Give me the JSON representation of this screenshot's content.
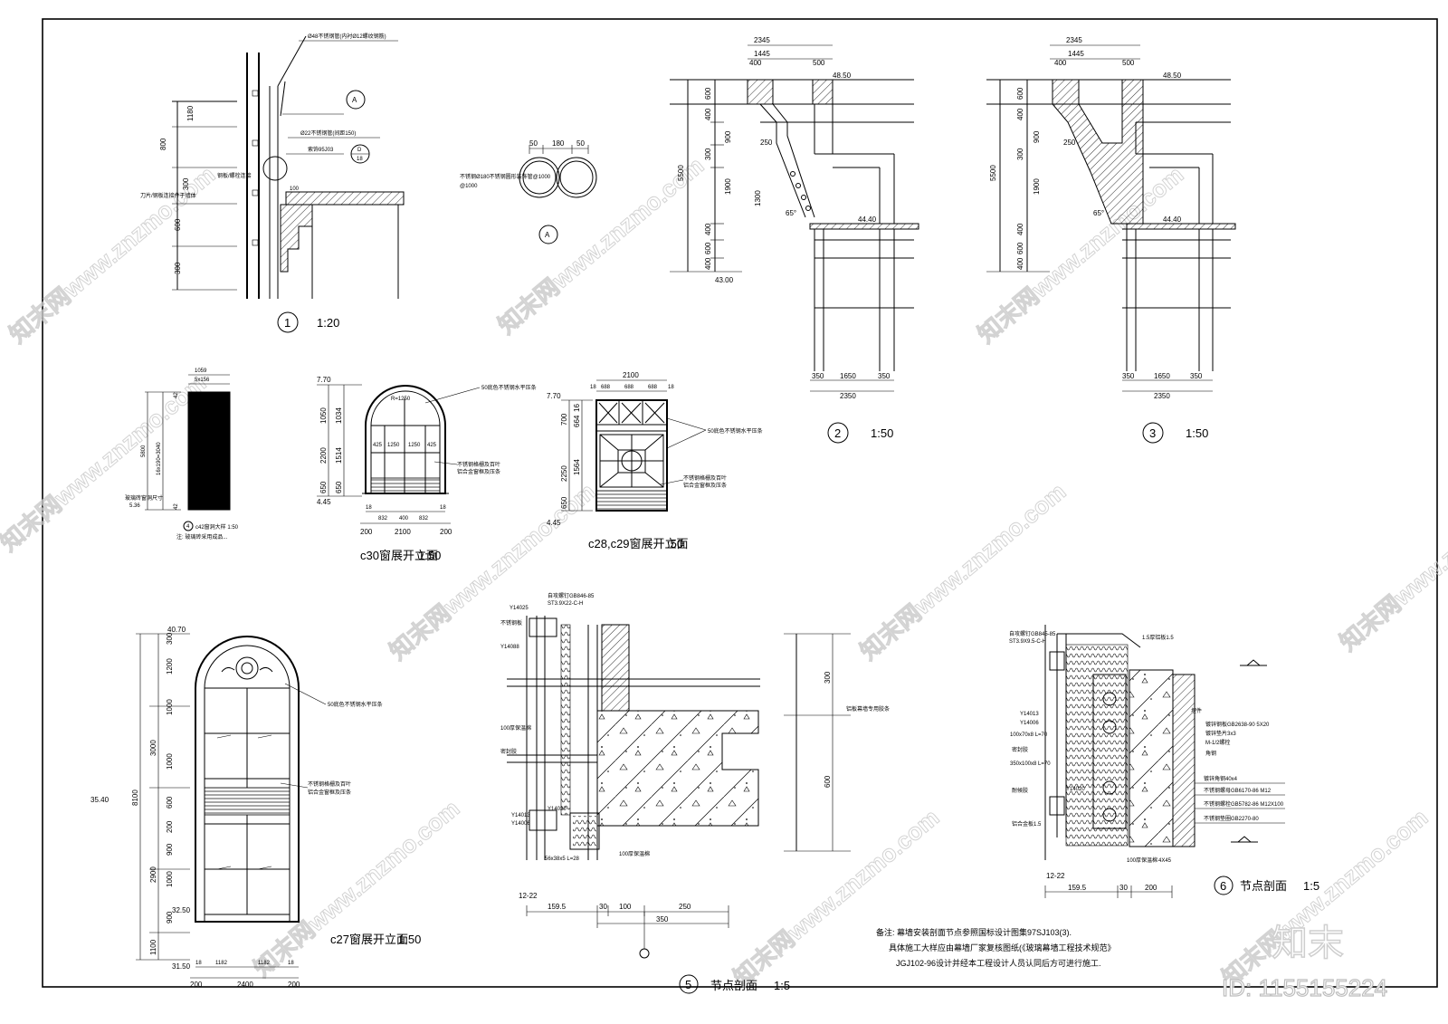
{
  "drawing": {
    "brand": "知末",
    "id_label": "ID: 1155155224",
    "watermark": "知末网www.znzmo.com",
    "general_notes": [
      "备注: 幕墙安装剖面节点参照国标设计图集97SJ103(3).",
      "具体施工大样应由幕墙厂家复核图纸(《玻璃幕墙工程技术规范》",
      "JGJ102-96设计并经本工程设计人员认同后方可进行施工."
    ]
  },
  "detail1": {
    "num": "1",
    "scale": "1:20",
    "dims": [
      "1180",
      "800",
      "300",
      "600",
      "300"
    ],
    "labels": [
      "Ø48不锈钢管(内衬Ø12螺纹钢筋)",
      "Ø22不锈钢管(间距150)",
      "索饰95J03",
      "钢板/螺栓连接",
      "刀片/钢板连接件于墙体",
      "100"
    ],
    "callout_a": "A",
    "callout_d_top": "D",
    "callout_d_bottom": "18"
  },
  "detail_a": {
    "num": "A",
    "dims": [
      "50",
      "180",
      "50"
    ],
    "label": "不锈钢Ø180不锈钢圆形装饰管@1000"
  },
  "detail2": {
    "num": "2",
    "scale": "1:50",
    "top_dims": [
      "2345",
      "1445",
      "400",
      "500"
    ],
    "level_top": "48.50",
    "level_mid": "44.40",
    "level_bottom": "43.00",
    "left_dims": [
      "5500",
      "600",
      "400",
      "300",
      "900",
      "1900",
      "400",
      "600",
      "400"
    ],
    "inner_dims": [
      "1300",
      "250",
      "65°"
    ],
    "bottom_dims": [
      "350",
      "1650",
      "350",
      "2350"
    ]
  },
  "detail3": {
    "num": "3",
    "scale": "1:50",
    "top_dims": [
      "2345",
      "1445",
      "400",
      "500"
    ],
    "level_top": "48.50",
    "level_mid": "44.40",
    "left_dims": [
      "5500",
      "600",
      "400",
      "300",
      "900",
      "1900",
      "400",
      "600",
      "400"
    ],
    "inner_dims": [
      "250",
      "65°"
    ],
    "bottom_dims": [
      "350",
      "1650",
      "350",
      "2350"
    ]
  },
  "detail4": {
    "num": "4",
    "title": "c42窗洞大样 1:50",
    "dims": [
      "1059",
      "5x156",
      "5800",
      "16x190=3040",
      "42",
      "42"
    ],
    "level": "5.36",
    "notes": [
      "玻璃砖窗洞尺寸",
      "注: 玻璃砖采用成品..."
    ]
  },
  "c30": {
    "title": "c30窗展开立面",
    "scale": "1:50",
    "levels": [
      "7.70",
      "4.45"
    ],
    "left_dims": [
      "1050",
      "2200",
      "650"
    ],
    "right_dims": [
      "1034",
      "1514",
      "650"
    ],
    "inner": [
      "R=1250",
      "425",
      "1250",
      "1250",
      "425"
    ],
    "bottom_dims": [
      "18",
      "832",
      "400",
      "832",
      "18",
      "200",
      "2100",
      "200"
    ],
    "notes": [
      "50底色不锈钢水平压条",
      "不锈钢格栅及百叶",
      "铝合金窗框及压条"
    ]
  },
  "c28": {
    "title": "c28,c29窗展开立面",
    "scale": ":50",
    "levels": [
      "7.70",
      "4.45"
    ],
    "top_dims": [
      "2100",
      "688",
      "688",
      "688",
      "18",
      "18"
    ],
    "left_dims": [
      "700",
      "2250",
      "650",
      "16",
      "1564",
      "664"
    ],
    "notes": [
      "50底色不锈钢水平压条",
      "不锈钢格栅及百叶",
      "铝合金窗框及压条"
    ]
  },
  "c27": {
    "title": "c27窗展开立面",
    "scale": "1:50",
    "levels": [
      "40.70",
      "35.40",
      "32.50",
      "31.50"
    ],
    "left_dims": [
      "8100",
      "3000",
      "2900",
      "1100"
    ],
    "right_dims": [
      "300",
      "1200",
      "1000",
      "1000",
      "600",
      "200",
      "900",
      "1000",
      "900"
    ],
    "bottom_dims": [
      "18",
      "1182",
      "1182",
      "18",
      "200",
      "2400",
      "200"
    ],
    "notes": [
      "50底色不锈钢水平压条",
      "不锈钢格栅及百叶",
      "铝合金窗框及压条"
    ]
  },
  "detail5": {
    "num": "5",
    "title": "节点剖面",
    "scale": "1:5",
    "labels": [
      "自攻螺钉GB846-85",
      "ST3.9X22-C-H",
      "Y14025",
      "Y14088",
      "不锈钢板",
      "100厚保温棉",
      "密封胶",
      "Y14013",
      "Y14006",
      "Y14020",
      "56x38x5 L=28",
      "100厚保温棉",
      "12-22",
      "铝板幕墙专用胶条"
    ],
    "right_dims": [
      "300",
      "600"
    ],
    "bottom_dims": [
      "159.5",
      "30",
      "100",
      "250",
      "350"
    ]
  },
  "detail6": {
    "num": "6",
    "title": "节点剖面",
    "scale": "1:5",
    "labels": [
      "自攻螺钉GB845-85",
      "ST3.9X9.5-C-H",
      "1.5厚铝板1.5",
      "Y14013",
      "Y14006",
      "100x70x8 L=70",
      "密封胶",
      "350x100x8 L=70",
      "Y14020",
      "耐候胶",
      "铝合金板1.5",
      "100厚保温棉",
      "12-22",
      "镀锌钢板GB2638-90 5X20",
      "镀锌垫片3x3",
      "M-1/2螺栓",
      "角钢",
      "镀锌角钢40x4",
      "不锈钢螺栓GB5782-86 M12X100",
      "不锈钢螺母GB6170-86 M12",
      "不锈钢垫圈GB2270-80",
      "4X45",
      "埋件"
    ],
    "bottom_dims": [
      "159.5",
      "30",
      "200"
    ]
  }
}
